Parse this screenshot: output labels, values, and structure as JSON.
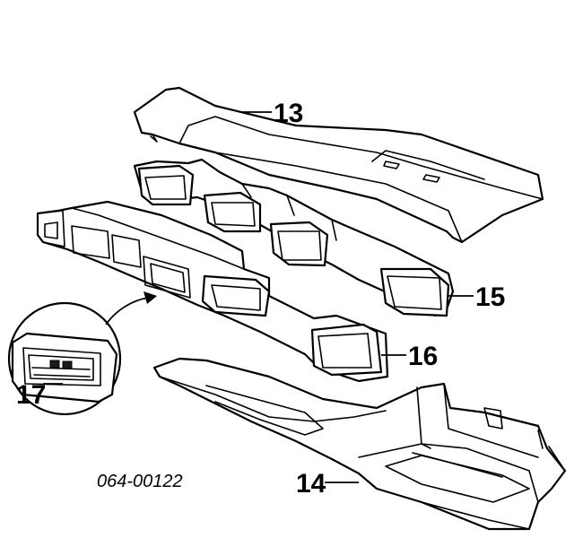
{
  "diagram": {
    "callouts": [
      {
        "id": "13",
        "label": "13"
      },
      {
        "id": "15",
        "label": "15"
      },
      {
        "id": "16",
        "label": "16"
      },
      {
        "id": "17",
        "label": "17"
      },
      {
        "id": "14",
        "label": "14"
      }
    ],
    "reference_code": "064-00122"
  },
  "colors": {
    "line": "#000000",
    "background": "#ffffff"
  }
}
